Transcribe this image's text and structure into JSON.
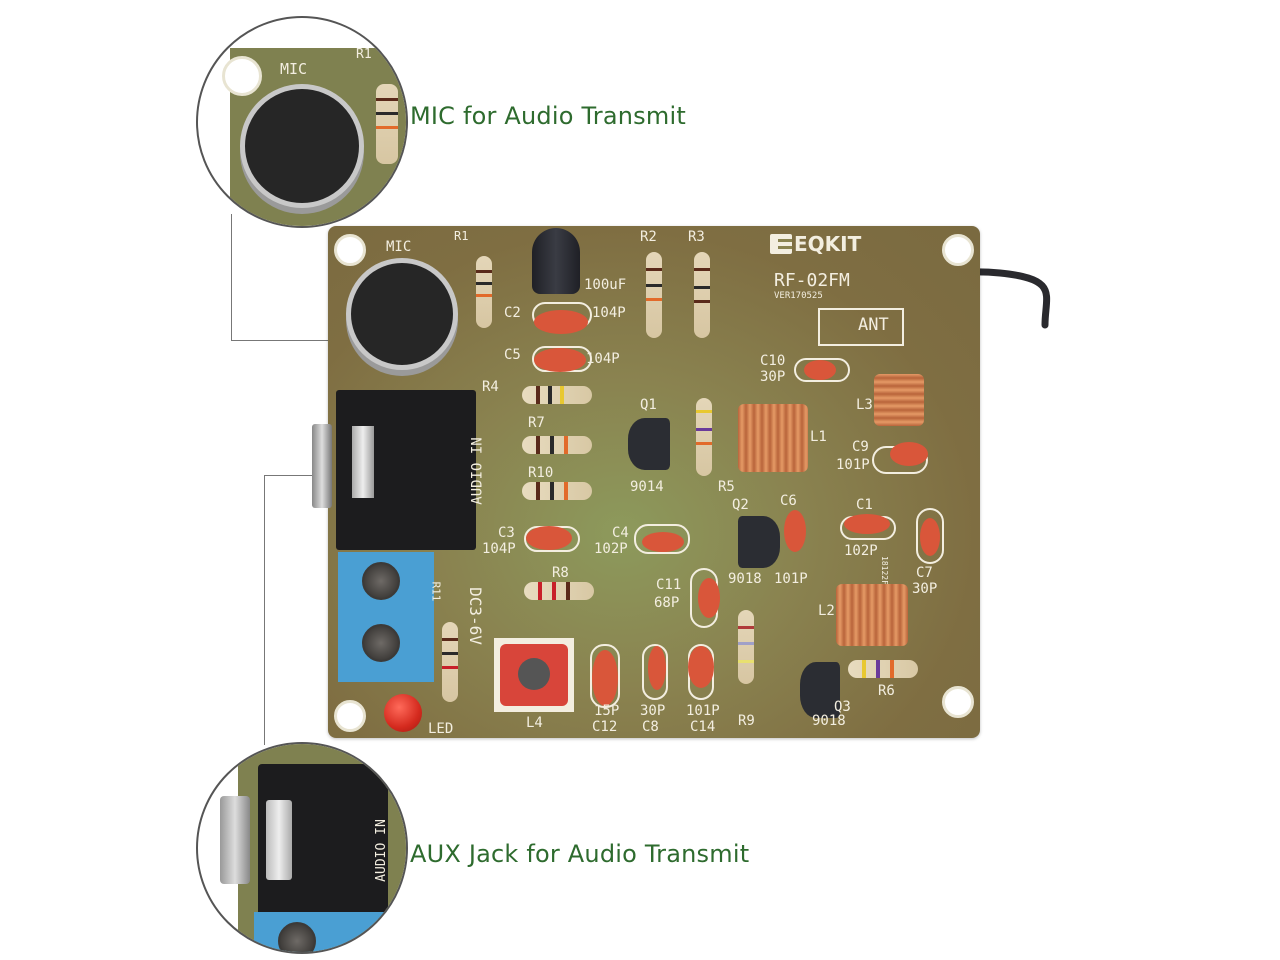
{
  "callouts": {
    "mic": {
      "label": "MIC for Audio Transmit"
    },
    "aux": {
      "label": "AUX Jack for Audio Transmit"
    }
  },
  "board": {
    "brand": "EQKIT",
    "model": "RF-02FM",
    "version": "VER170525",
    "antenna_label": "ANT",
    "side_code": "18122FP212_210331",
    "power_label": "DC3-6V",
    "audio_label": "AUDIO IN",
    "components": {
      "mic": "MIC",
      "r1": "R1",
      "r2": "R2",
      "r3": "R3",
      "r4": "R4",
      "r5": "R5",
      "r6": "R6",
      "r7": "R7",
      "r8": "R8",
      "r9": "R9",
      "r10": "R10",
      "r11": "R11",
      "c1": "C1",
      "c1_value": "102P",
      "c2": "C2",
      "c2_value": "104P",
      "c3": "C3",
      "c3_value": "104P",
      "c4": "C4",
      "c4_value": "102P",
      "c5": "C5",
      "c5_value": "104P",
      "c6": "C6",
      "c6_value": "101P",
      "c7": "C7",
      "c7_value": "30P",
      "c8": "C8",
      "c8_value": "30P",
      "c9": "C9",
      "c9_value": "101P",
      "c10": "C10",
      "c10_value": "30P",
      "c11": "C11",
      "c11_value": "68P",
      "c12": "C12",
      "c12_value": "15P",
      "c14": "C14",
      "c14_value": "101P",
      "electrolytic_value": "100uF",
      "q1": "Q1",
      "q1_part": "9014",
      "q2": "Q2",
      "q2_part": "9018",
      "q3": "Q3",
      "q3_part": "9018",
      "l1": "L1",
      "l2": "L2",
      "l3": "L3",
      "l4": "L4",
      "led": "LED"
    }
  },
  "colors": {
    "callout_text": "#2e6b2e",
    "board": "#8a8350",
    "silkscreen": "#f3eee0",
    "capacitor": "#d9563a",
    "terminal_block": "#4a9fd3",
    "led": "#d42a1e"
  }
}
